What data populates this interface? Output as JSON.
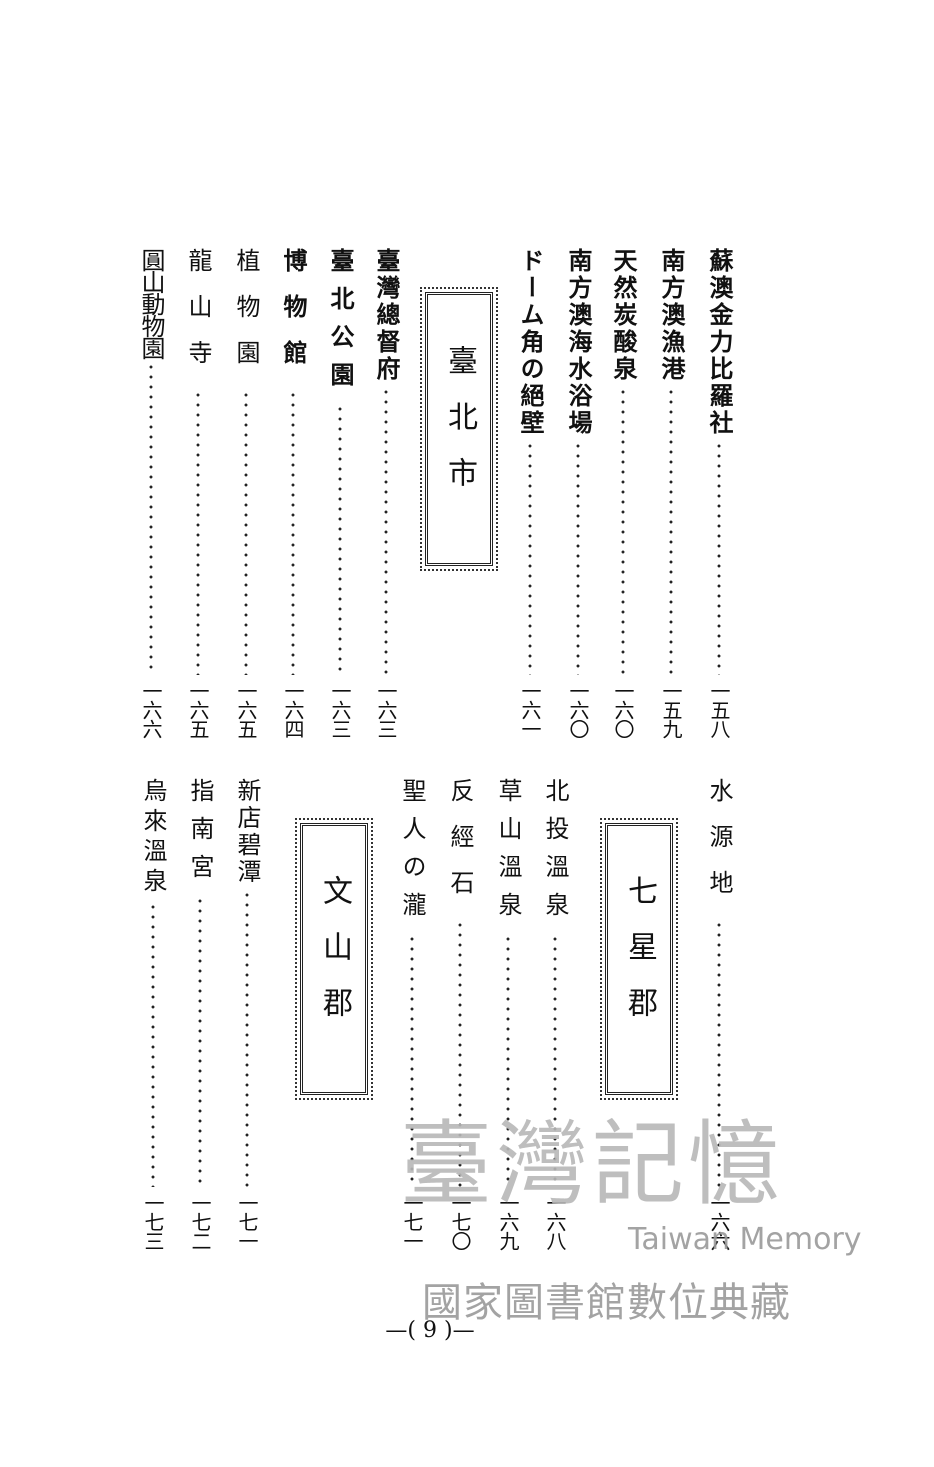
{
  "upper": {
    "entries_right": [
      {
        "title": "蘇澳金力比羅社",
        "page": "一五八"
      },
      {
        "title": "南方澳漁港",
        "page": "一五九"
      },
      {
        "title": "天然炭酸泉",
        "page": "一六〇"
      },
      {
        "title": "南方澳海水浴場",
        "page": "一六〇"
      },
      {
        "title": "ドーム角の絕壁",
        "page": "一六一"
      }
    ],
    "section": "臺北市",
    "entries_left": [
      {
        "title": "臺灣總督府",
        "page": "一六三"
      },
      {
        "title": "臺北公園",
        "page": "一六三"
      },
      {
        "title": "博物館",
        "page": "一六四"
      },
      {
        "title": "植物園",
        "page": "一六五"
      },
      {
        "title": "龍山寺",
        "page": "一六五"
      },
      {
        "title": "圓山動物園",
        "page": "一六六"
      }
    ]
  },
  "lower": {
    "entry_first": {
      "title": "水源地",
      "page": "一六六"
    },
    "section_1": "七星郡",
    "entries_1": [
      {
        "title": "北投溫泉",
        "page": "一六八"
      },
      {
        "title": "草山溫泉",
        "page": "一六九"
      },
      {
        "title": "反經石",
        "page": "一七〇"
      },
      {
        "title": "聖人の瀧",
        "page": "一七一"
      }
    ],
    "section_2": "文山郡",
    "entries_2": [
      {
        "title": "新店碧潭",
        "page": "一七一"
      },
      {
        "title": "指南宮",
        "page": "一七二"
      },
      {
        "title": "烏來溫泉",
        "page": "一七三"
      }
    ]
  },
  "footer": "—( 9 )—",
  "watermark": {
    "logo_text": "臺灣記憶",
    "english": "Taiwan Memory",
    "org": "國家圖書館數位典藏"
  }
}
